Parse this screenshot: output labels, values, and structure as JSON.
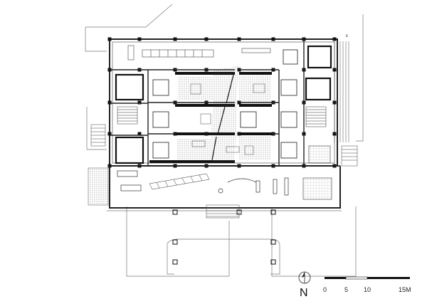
{
  "north": {
    "letter": "N"
  },
  "scale_bar": {
    "labels": [
      "0",
      "5",
      "10",
      "15M"
    ]
  },
  "tags": {
    "top_right": "E"
  }
}
